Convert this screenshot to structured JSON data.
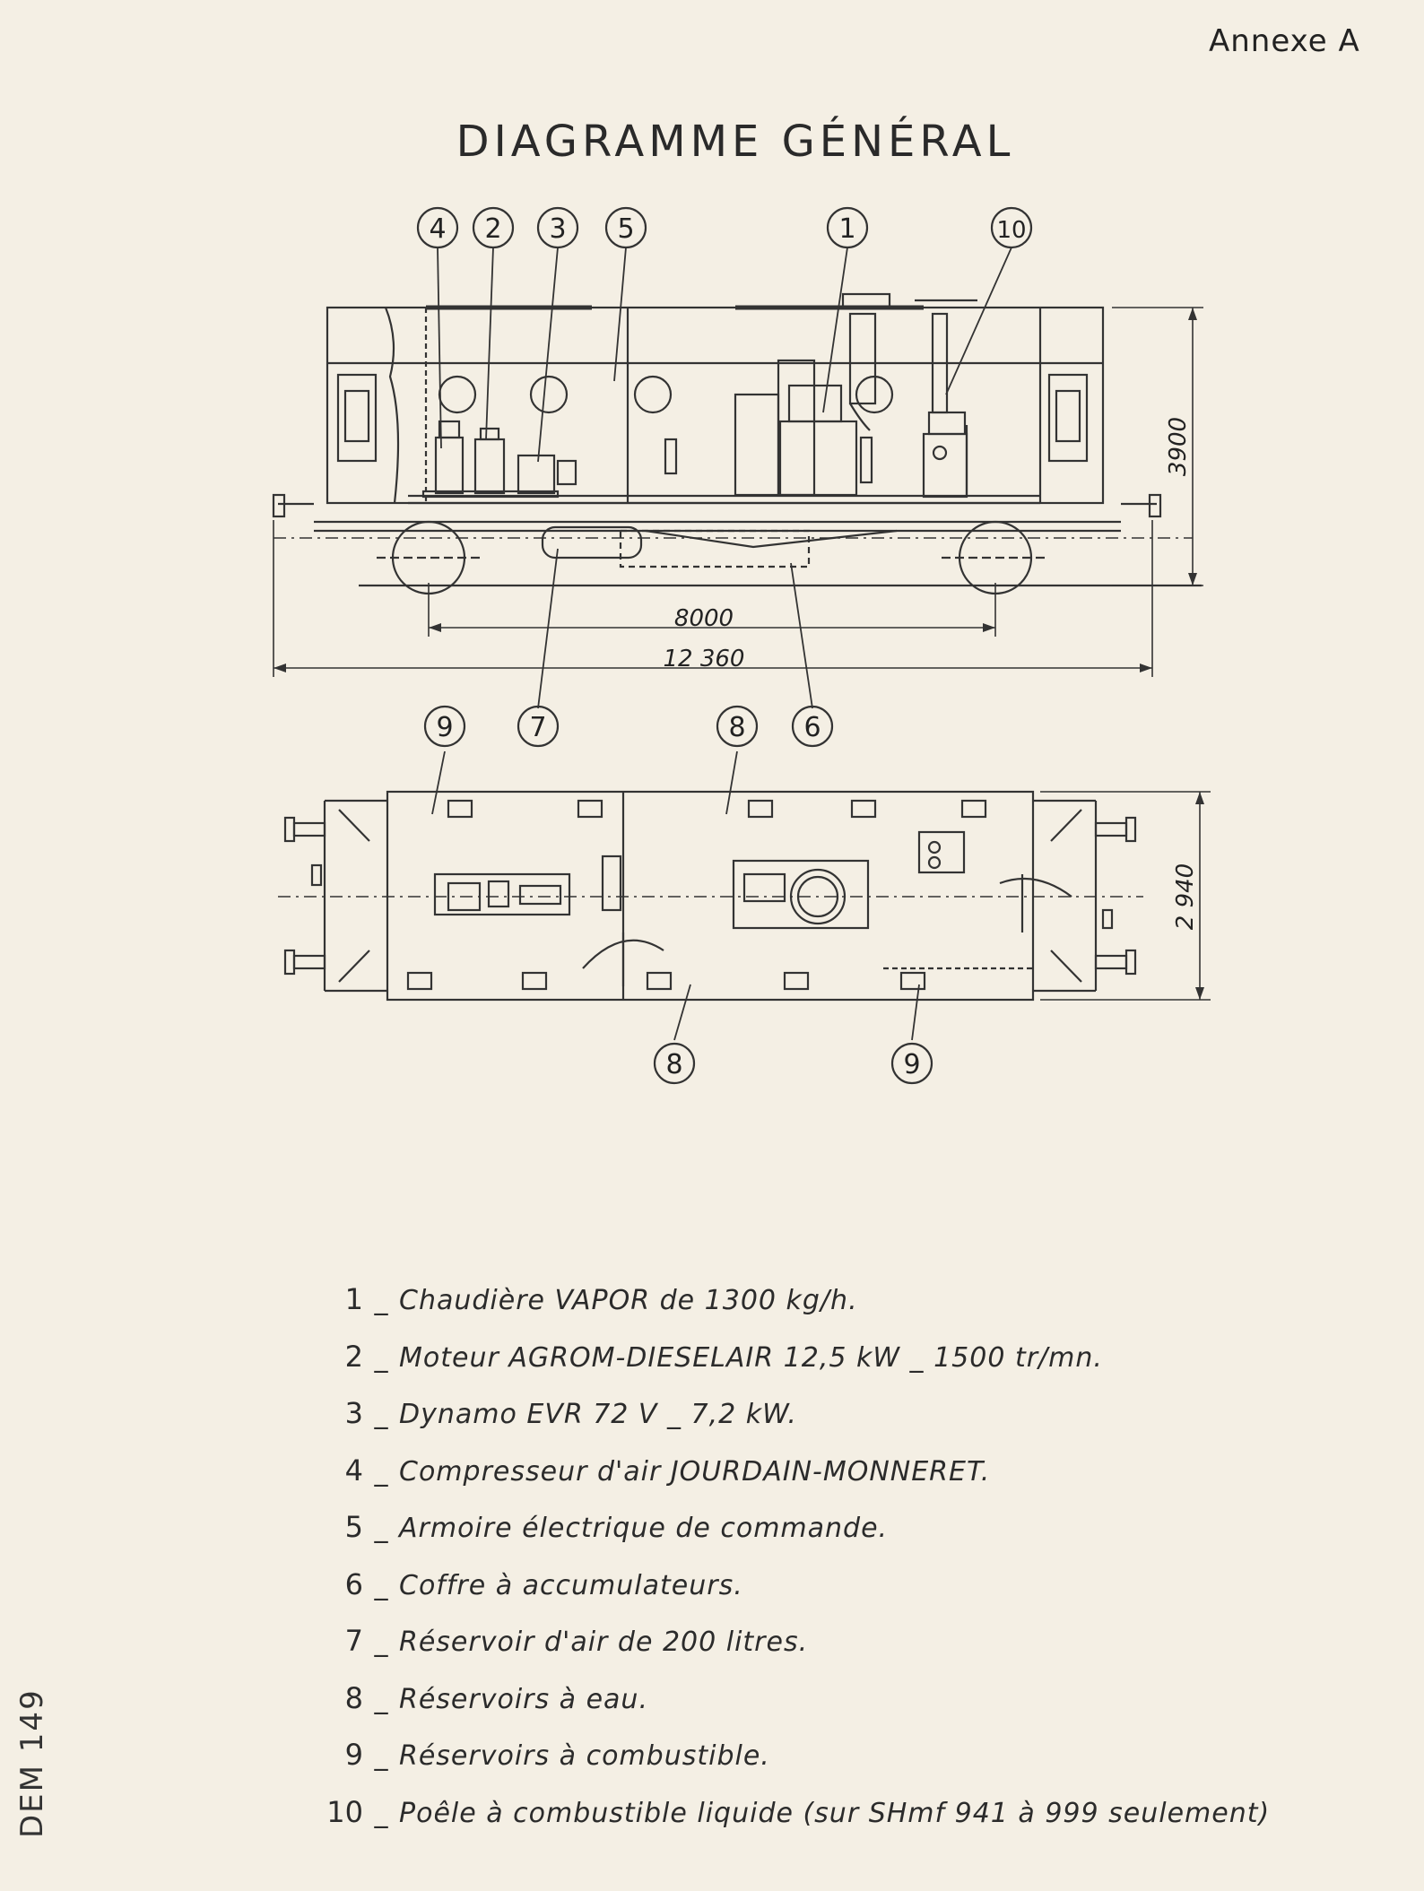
{
  "header": {
    "annexe": "Annexe A"
  },
  "title": "DIAGRAMME GÉNÉRAL",
  "side_view": {
    "callouts": [
      "4",
      "2",
      "3",
      "5",
      "1",
      "10"
    ],
    "lower_callouts": [
      "7",
      "6"
    ],
    "dimensions": {
      "wheelbase": "8000",
      "length": "12 360",
      "height": "3900"
    }
  },
  "top_view": {
    "callouts_top": [
      "9",
      "8"
    ],
    "callouts_bottom": [
      "8",
      "9"
    ],
    "dimensions": {
      "width": "2 940"
    }
  },
  "legend": [
    {
      "num": "1",
      "text": "Chaudière VAPOR de 1300 kg/h."
    },
    {
      "num": "2",
      "text": "Moteur AGROM-DIESELAIR 12,5 kW _ 1500 tr/mn."
    },
    {
      "num": "3",
      "text": "Dynamo EVR 72 V _ 7,2 kW."
    },
    {
      "num": "4",
      "text": "Compresseur d'air JOURDAIN-MONNERET."
    },
    {
      "num": "5",
      "text": "Armoire électrique de commande."
    },
    {
      "num": "6",
      "text": "Coffre à accumulateurs."
    },
    {
      "num": "7",
      "text": "Réservoir d'air de 200 litres."
    },
    {
      "num": "8",
      "text": "Réservoirs à eau."
    },
    {
      "num": "9",
      "text": "Réservoirs à combustible."
    },
    {
      "num": "10",
      "text": "Poêle à combustible liquide (sur SHmf 941 à 999 seulement)"
    }
  ],
  "margin_ref": "DEM 149"
}
